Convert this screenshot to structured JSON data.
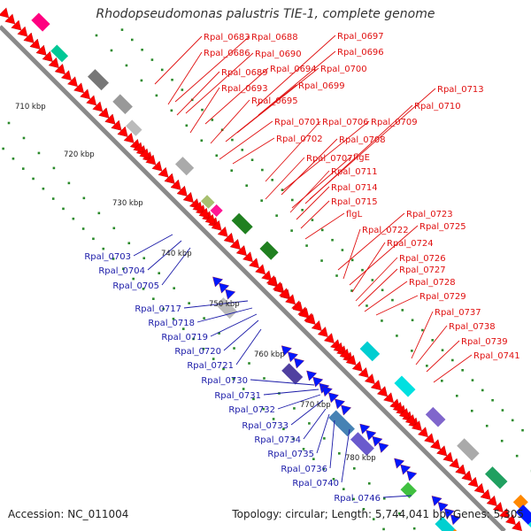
{
  "title": "Rhodopseudomonas palustris TIE-1, complete genome",
  "footer": {
    "accession": "Accession: NC_011004",
    "topology": "Topology: circular; Length: 5,744,041 bp; Genes: 5,305"
  },
  "colors": {
    "forward_label": "#e01010",
    "reverse_label": "#1a1aa8",
    "cds_forward": "#ff0000",
    "cds_reverse": "#0018ff",
    "backbone": "#888888",
    "tick": "#2a8a2a"
  },
  "kbp_ticks": [
    "710 kbp",
    "720 kbp",
    "730 kbp",
    "740 kbp",
    "750 kbp",
    "760 kbp",
    "770 kbp",
    "780 kbp"
  ],
  "forward_labels": [
    "Rpal_0683",
    "Rpal_0688",
    "Rpal_0697",
    "Rpal_0686",
    "Rpal_0690",
    "Rpal_0696",
    "Rpal_0689",
    "Rpal_0694",
    "Rpal_0700",
    "Rpal_0693",
    "Rpal_0699",
    "Rpal_0695",
    "Rpal_0713",
    "Rpal_0710",
    "Rpal_0701",
    "Rpal_0706",
    "Rpal_0709",
    "Rpal_0702",
    "Rpal_0708",
    "Rpal_0707",
    "flgE",
    "Rpal_0711",
    "Rpal_0714",
    "Rpal_0715",
    "flgL",
    "Rpal_0723",
    "Rpal_0722",
    "Rpal_0725",
    "Rpal_0724",
    "Rpal_0726",
    "Rpal_0727",
    "Rpal_0728",
    "Rpal_0729",
    "Rpal_0737",
    "Rpal_0738",
    "Rpal_0739",
    "Rpal_0741"
  ],
  "reverse_labels": [
    "Rpal_0703",
    "Rpal_0704",
    "Rpal_0705",
    "Rpal_0717",
    "Rpal_0718",
    "Rpal_0719",
    "Rpal_0720",
    "Rpal_0721",
    "Rpal_0730",
    "Rpal_0731",
    "Rpal_0732",
    "Rpal_0733",
    "Rpal_0734",
    "Rpal_0735",
    "Rpal_0736",
    "Rpal_0740",
    "Rpal_0746"
  ]
}
